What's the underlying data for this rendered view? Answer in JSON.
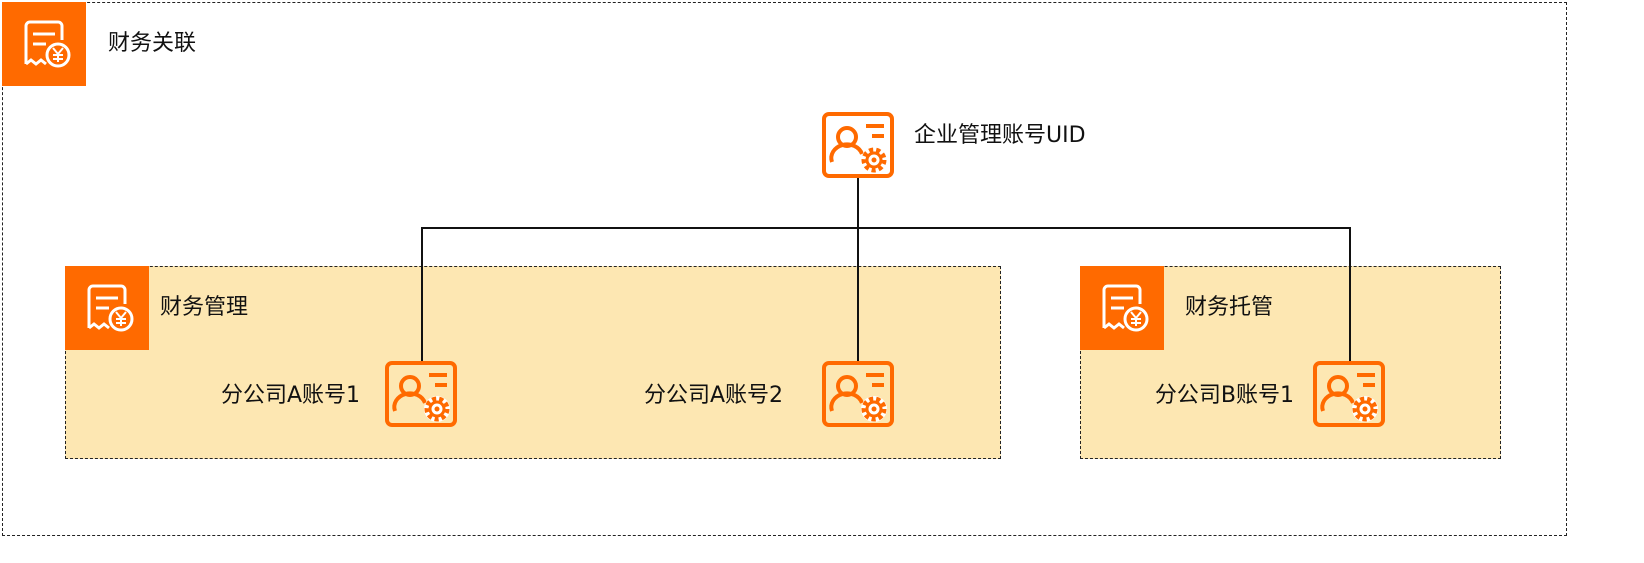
{
  "outer": {
    "title": "财务关联"
  },
  "top_account": {
    "label": "企业管理账号UID"
  },
  "groups": [
    {
      "title": "财务管理",
      "accounts": [
        {
          "label": "分公司A账号1"
        },
        {
          "label": "分公司A账号2"
        }
      ]
    },
    {
      "title": "财务托管",
      "accounts": [
        {
          "label": "分公司B账号1"
        }
      ]
    }
  ],
  "colors": {
    "accent": "#ff6a00",
    "group_fill": "#fde7b2"
  }
}
